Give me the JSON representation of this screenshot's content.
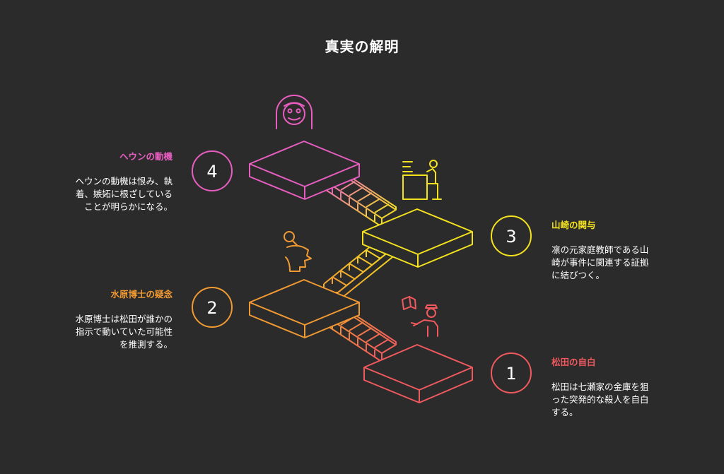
{
  "title": "真実の解明",
  "colors": {
    "step1": "#f0595e",
    "step2": "#f29a32",
    "step3": "#f4e21e",
    "step4": "#e75ec0",
    "background": "#2b2b2b",
    "text": "#ffffff"
  },
  "steps": [
    {
      "number": "1",
      "heading": "松田の自白",
      "body": "松田は七瀬家の金庫を狙\nった突発的な殺人を自白\nする。",
      "icon": "confessing-person-icon"
    },
    {
      "number": "2",
      "heading": "水原博士の疑念",
      "body": "水原博士は松田が誰かの\n指示で動いていた可能性\nを推測する。",
      "icon": "thinking-person-icon"
    },
    {
      "number": "3",
      "heading": "山崎の関与",
      "body": "凛の元家庭教師である山\n崎が事件に関連する証拠\nに結びつく。",
      "icon": "teacher-at-desk-icon"
    },
    {
      "number": "4",
      "heading": "ヘウンの動機",
      "body": "ヘウンの動機は恨み、執\n着、嫉妬に根ざしている\nことが明らかになる。",
      "icon": "woman-face-icon"
    }
  ]
}
